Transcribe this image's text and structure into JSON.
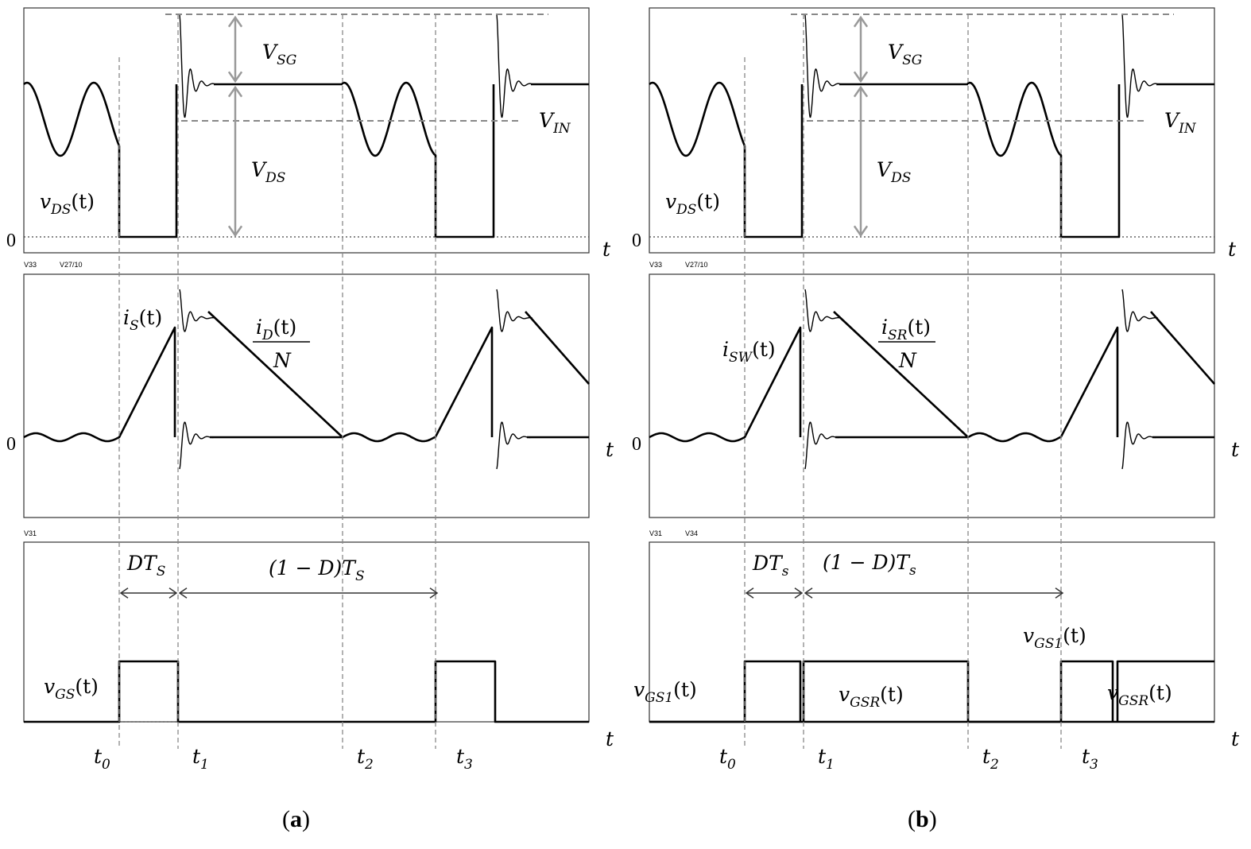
{
  "panels": [
    {
      "id": "a",
      "caption_open": "(",
      "caption_letter": "a",
      "caption_close": ")",
      "top": {
        "zero": "0",
        "t_axis": "t",
        "vsg": {
          "main": "V",
          "sub": "SG"
        },
        "vin": {
          "main": "V",
          "sub": "IN"
        },
        "vds_big": {
          "main": "V",
          "sub": "DS"
        },
        "signal": {
          "main": "v",
          "sub": "DS",
          "arg": "(t)"
        }
      },
      "scope_tags_mid": [
        "V33",
        "V27/10"
      ],
      "middle": {
        "zero": "0",
        "t_axis": "t",
        "i1": {
          "main": "i",
          "sub": "S",
          "arg": "(t)"
        },
        "frac_num": {
          "main": "i",
          "sub": "D",
          "arg": "(t)"
        },
        "frac_den": "N"
      },
      "scope_tags_bot": [
        "V31"
      ],
      "bottom": {
        "t_axis": "t",
        "dts": {
          "main": "DT",
          "sub": "S"
        },
        "one_minus_d": {
          "main": "(1 − D)T",
          "sub": "S"
        },
        "gate1": {
          "main": "v",
          "sub": "GS",
          "arg": "(t)"
        },
        "times": [
          {
            "main": "t",
            "sub": "0"
          },
          {
            "main": "t",
            "sub": "1"
          },
          {
            "main": "t",
            "sub": "2"
          },
          {
            "main": "t",
            "sub": "3"
          }
        ]
      }
    },
    {
      "id": "b",
      "caption_open": "(",
      "caption_letter": "b",
      "caption_close": ")",
      "top": {
        "zero": "0",
        "t_axis": "t",
        "vsg": {
          "main": "V",
          "sub": "SG"
        },
        "vin": {
          "main": "V",
          "sub": "IN"
        },
        "vds_big": {
          "main": "V",
          "sub": "DS"
        },
        "signal": {
          "main": "v",
          "sub": "DS",
          "arg": "(t)"
        }
      },
      "scope_tags_mid": [
        "V33",
        "V27/10"
      ],
      "middle": {
        "zero": "0",
        "t_axis": "t",
        "i1": {
          "main": "i",
          "sub": "SW",
          "arg": "(t)"
        },
        "frac_num": {
          "main": "i",
          "sub": "SR",
          "arg": "(t)"
        },
        "frac_den": "N"
      },
      "scope_tags_bot": [
        "V31",
        "V34"
      ],
      "bottom": {
        "t_axis": "t",
        "dts": {
          "main": "DT",
          "sub": "s"
        },
        "one_minus_d": {
          "main": "(1 − D)T",
          "sub": "s"
        },
        "gate1": {
          "main": "v",
          "sub": "GS1",
          "arg": "(t)"
        },
        "gate2": {
          "main": "v",
          "sub": "GSR",
          "arg": "(t)"
        },
        "gate3": {
          "main": "v",
          "sub": "GS1",
          "arg": "(t)"
        },
        "gate4": {
          "main": "v",
          "sub": "GSR",
          "arg": "(t)"
        },
        "times": [
          {
            "main": "t",
            "sub": "0"
          },
          {
            "main": "t",
            "sub": "1"
          },
          {
            "main": "t",
            "sub": "2"
          },
          {
            "main": "t",
            "sub": "3"
          }
        ]
      }
    }
  ]
}
